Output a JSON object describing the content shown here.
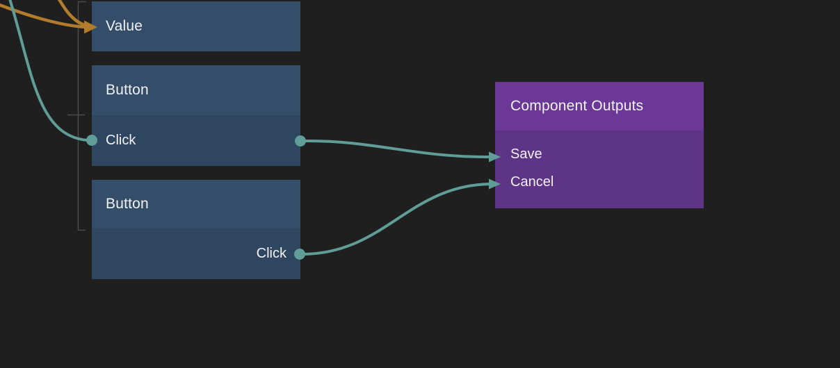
{
  "canvas": {
    "type": "node-editor"
  },
  "colors": {
    "bg": "#1f1f20",
    "blue-header": "#344d69",
    "blue-body": "#2f4660",
    "purple-header": "#6b3898",
    "purple-body": "#5e3486",
    "teal": "#5f9d96",
    "orange": "#b17c2b",
    "guide": "#4a4a4a",
    "text": "#f2f2f4"
  },
  "nodes": {
    "value": {
      "row_label": "Value"
    },
    "button1": {
      "title": "Button",
      "output_label": "Click"
    },
    "button2": {
      "title": "Button",
      "output_label": "Click"
    },
    "component_outputs": {
      "title": "Component Outputs",
      "rows": [
        {
          "label": "Save"
        },
        {
          "label": "Cancel"
        }
      ]
    }
  },
  "connections": [
    {
      "from": "offscreen-top-left",
      "to": "Value",
      "color": "orange",
      "strands": 2,
      "end": "arrowhead"
    },
    {
      "from": "offscreen-top",
      "to": "Button.Click (left port)",
      "color": "teal",
      "end": "dot"
    },
    {
      "from": "Button.Click (top)",
      "to": "Component Outputs.Save",
      "color": "teal",
      "end": "arrowhead"
    },
    {
      "from": "Button.Click (bottom)",
      "to": "Component Outputs.Cancel",
      "color": "teal",
      "end": "arrowhead"
    }
  ]
}
